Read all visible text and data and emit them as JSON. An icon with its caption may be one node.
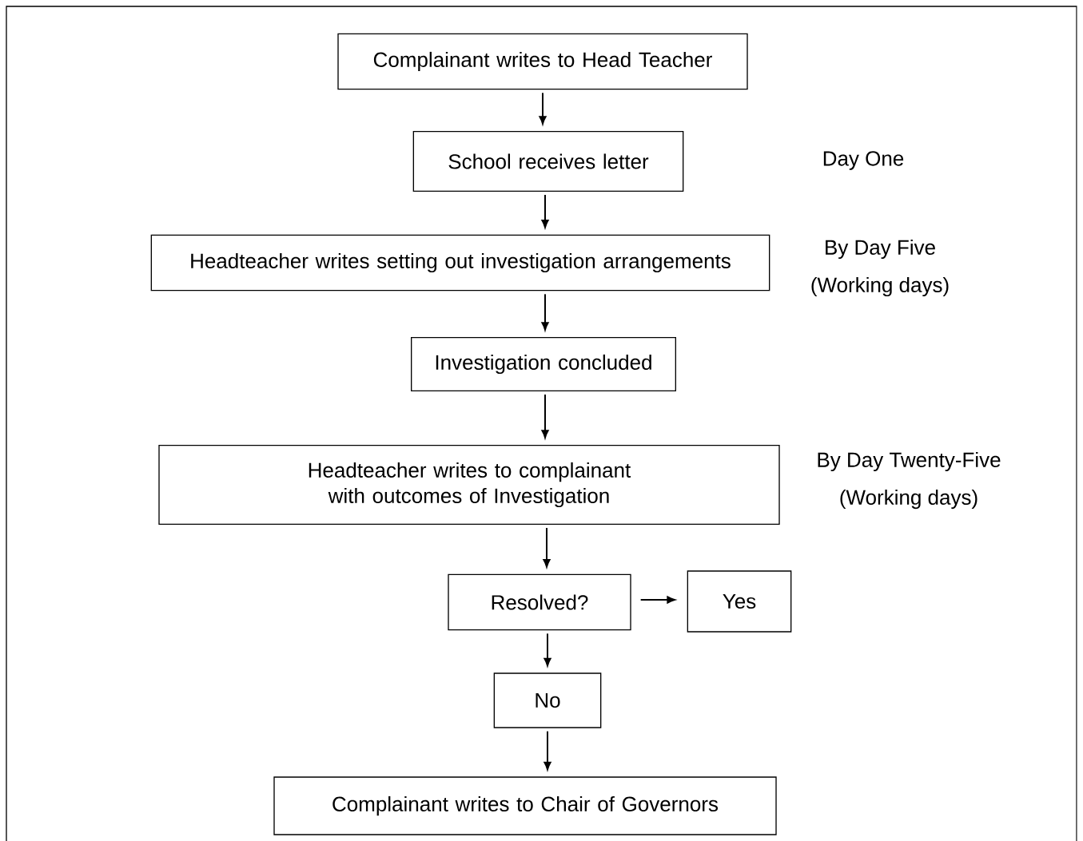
{
  "diagram": {
    "nodes": [
      {
        "text": [
          "Complainant writes to Head Teacher"
        ]
      },
      {
        "text": [
          "School receives letter"
        ]
      },
      {
        "text": [
          "Headteacher writes setting out investigation arrangements"
        ]
      },
      {
        "text": [
          "Investigation concluded"
        ]
      },
      {
        "text": [
          "Headteacher writes to complainant with outcomes of Investigation"
        ]
      },
      {
        "text": [
          "Resolved?"
        ]
      },
      {
        "text": [
          "Yes"
        ]
      },
      {
        "text": [
          "No"
        ]
      },
      {
        "text": [
          "Complainant writes to Chair of Governors"
        ]
      }
    ],
    "edges": [
      {
        "from": 0,
        "to": 1,
        "arrow": "to"
      },
      {
        "from": 1,
        "to": 2,
        "arrow": "to"
      },
      {
        "from": 2,
        "to": 3,
        "arrow": "to"
      },
      {
        "from": 3,
        "to": 4,
        "arrow": "to"
      },
      {
        "from": 4,
        "to": 5,
        "arrow": "to"
      },
      {
        "from": 5,
        "to": 6,
        "arrow": "to"
      },
      {
        "from": 5,
        "to": 7,
        "arrow": "to"
      },
      {
        "from": 7,
        "to": 8,
        "arrow": "to"
      }
    ],
    "labels": [
      "Day One",
      "By Day Five",
      "(Working days)",
      "By Day Twenty-Five",
      "(Working days)"
    ]
  }
}
